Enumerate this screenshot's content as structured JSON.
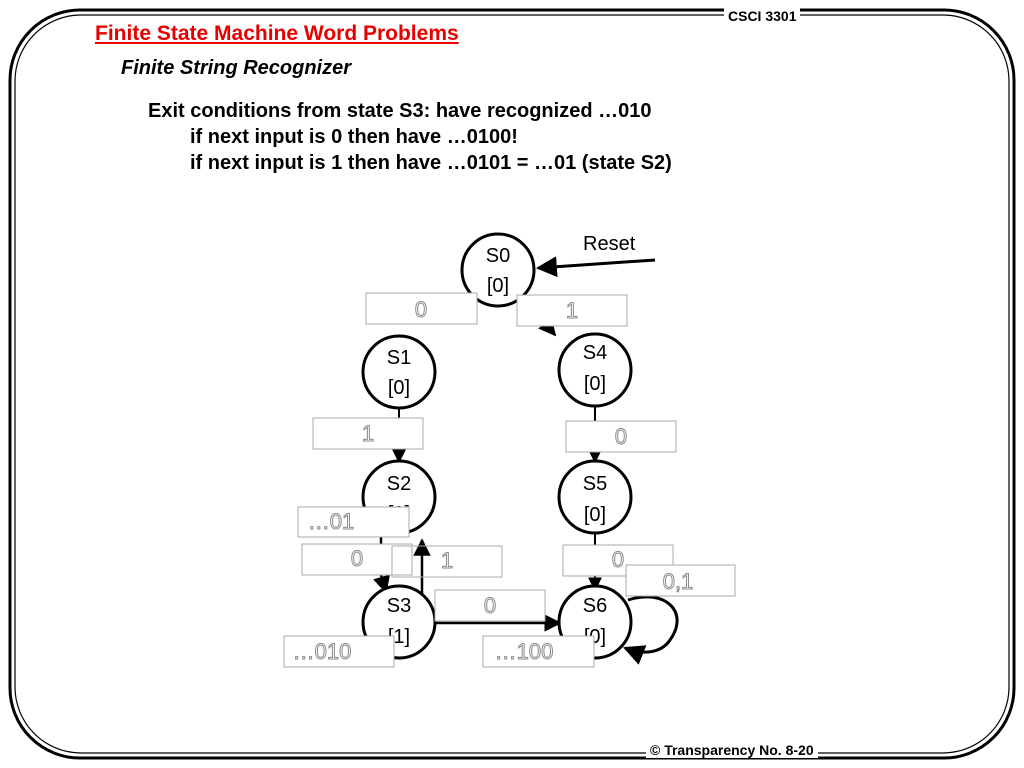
{
  "header": {
    "course": "CSCI 3301",
    "title": "Finite State Machine Word Problems",
    "subtitle": "Finite String Recognizer"
  },
  "body": {
    "line1": "Exit conditions from state S3: have recognized …010",
    "line2": "if next input is 0 then have …0100!",
    "line3": "if next input is 1 then have …0101 = …01 (state S2)"
  },
  "diagram": {
    "reset_label": "Reset",
    "states": [
      {
        "id": "S0",
        "name": "S0",
        "output": "[0]"
      },
      {
        "id": "S1",
        "name": "S1",
        "output": "[0]"
      },
      {
        "id": "S4",
        "name": "S4",
        "output": "[0]"
      },
      {
        "id": "S2",
        "name": "S2",
        "output": "[0]"
      },
      {
        "id": "S5",
        "name": "S5",
        "output": "[0]"
      },
      {
        "id": "S3",
        "name": "S3",
        "output": "[1]"
      },
      {
        "id": "S6",
        "name": "S6",
        "output": "[0]"
      }
    ],
    "transition_labels": {
      "s0_s1": "0",
      "s0_s4": "1",
      "s1_s2": "1",
      "s4_s5": "0",
      "s2_s3": "0",
      "s3_s2": "1",
      "s5_s6": "0",
      "s6_self": "0,1",
      "s3_s6": "0"
    },
    "annotations": {
      "s2_history": "…01",
      "s3_history": "…010",
      "s6_history": "…100"
    }
  },
  "footer": {
    "transparency": "© Transparency No. 8-20"
  },
  "colors": {
    "title": "#e60000",
    "text": "#000000",
    "frame": "#000000"
  }
}
